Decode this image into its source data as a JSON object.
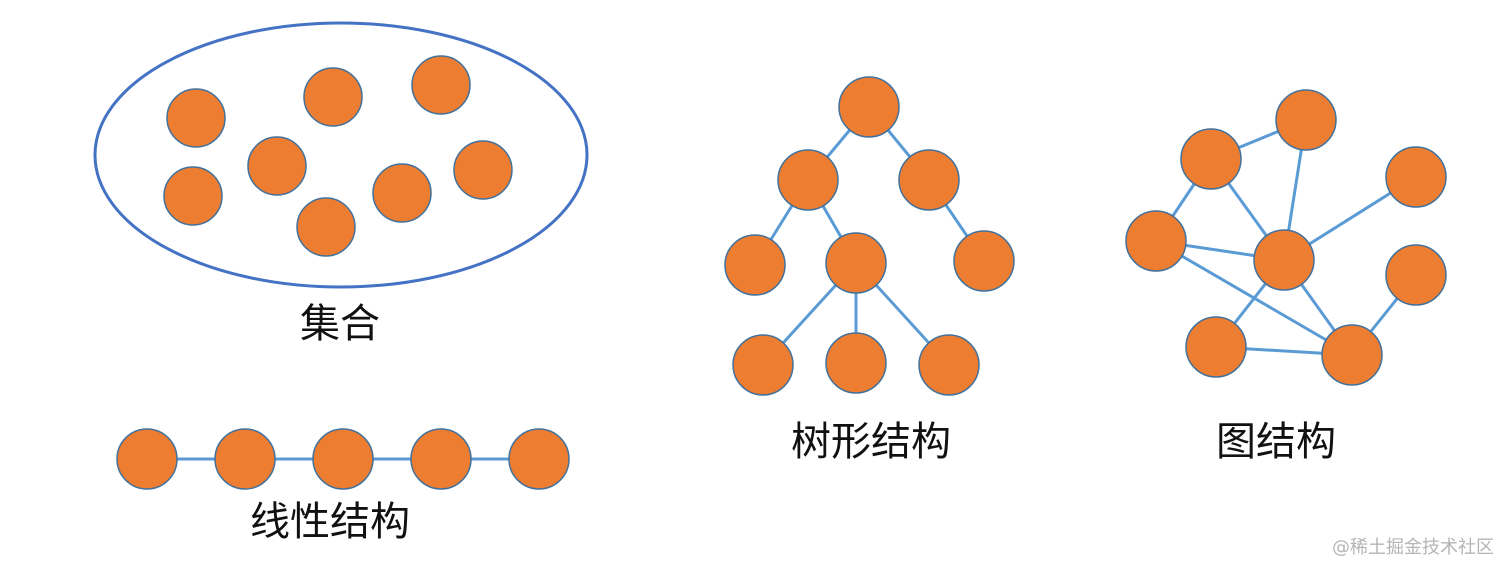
{
  "labels": {
    "set": "集合",
    "linear": "线性结构",
    "tree": "树形结构",
    "graph": "图结构"
  },
  "watermark": "@稀土掘金技术社区",
  "colors": {
    "node_fill": "#ED7D31",
    "node_stroke": "#41719C",
    "edge": "#5B9BD5",
    "set_boundary": "#4472C4",
    "text": "#111111",
    "watermark": "#b5b5b5"
  },
  "structures": {
    "set": {
      "node_count": 8,
      "edge_count": 0
    },
    "linear": {
      "node_count": 5,
      "edge_count": 4
    },
    "tree": {
      "node_count": 9,
      "edge_count": 8
    },
    "graph": {
      "node_count": 8,
      "edge_count": 11
    }
  }
}
